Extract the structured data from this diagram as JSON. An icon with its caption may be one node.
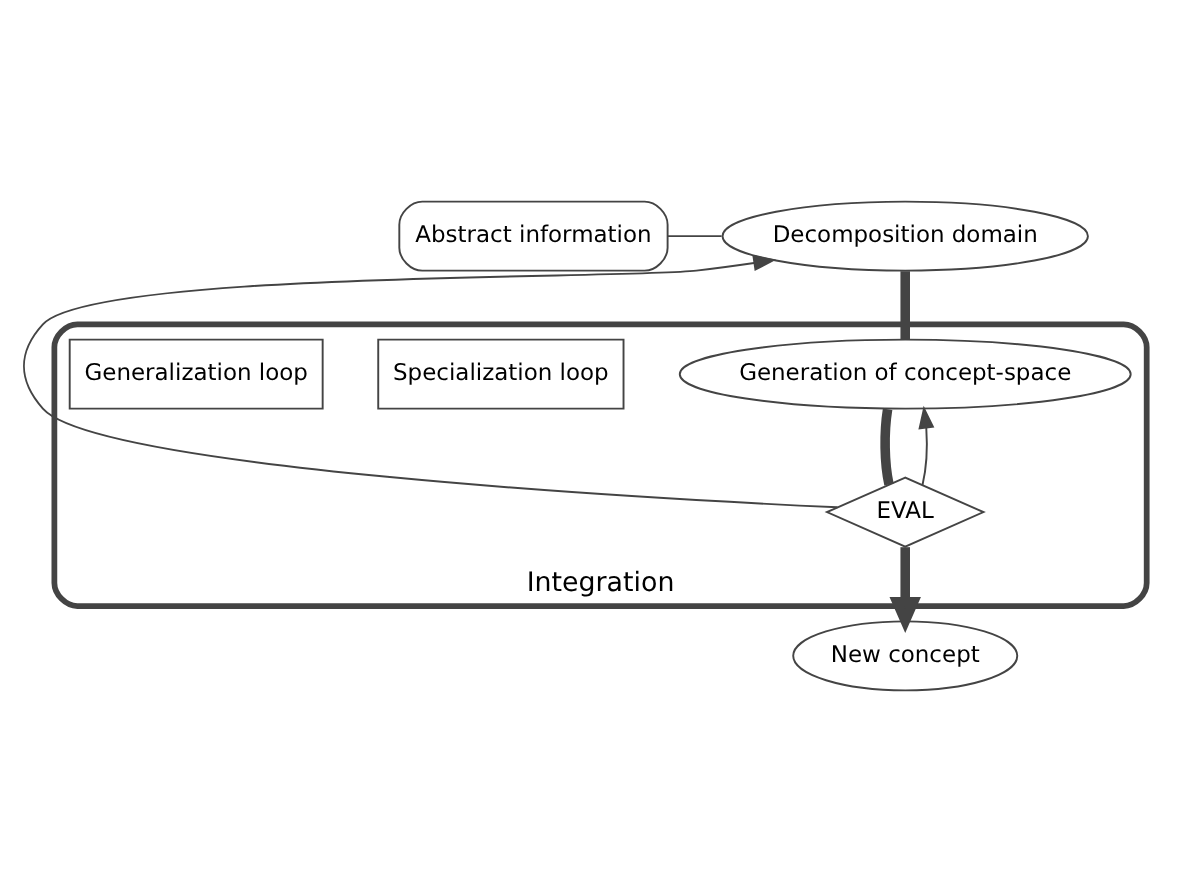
{
  "diagram": {
    "nodes": [
      {
        "text": [
          "Integration"
        ]
      },
      {
        "text": [
          "Abstract information"
        ]
      },
      {
        "text": [
          "Decomposition domain"
        ]
      },
      {
        "text": [
          "Generation of concept-space"
        ],
        "in": 0
      },
      {
        "text": [
          "Specialization loop"
        ],
        "in": 0
      },
      {
        "text": [
          "Generalization loop"
        ],
        "in": 0
      },
      {
        "text": [
          "EVAL"
        ],
        "in": 0
      },
      {
        "text": [
          "New concept"
        ]
      }
    ],
    "edges": [
      {
        "from": 1,
        "to": 2,
        "arrow": "none"
      },
      {
        "from": 2,
        "to": 3,
        "arrow": "none",
        "style": "thick"
      },
      {
        "from": 3,
        "to": 6,
        "arrow": "none",
        "style": "thick"
      },
      {
        "from": 6,
        "to": 7,
        "arrow": "to",
        "style": "thick"
      },
      {
        "from": 6,
        "to": 3,
        "arrow": "to"
      },
      {
        "from": 6,
        "to": 2,
        "arrow": "to"
      }
    ]
  }
}
